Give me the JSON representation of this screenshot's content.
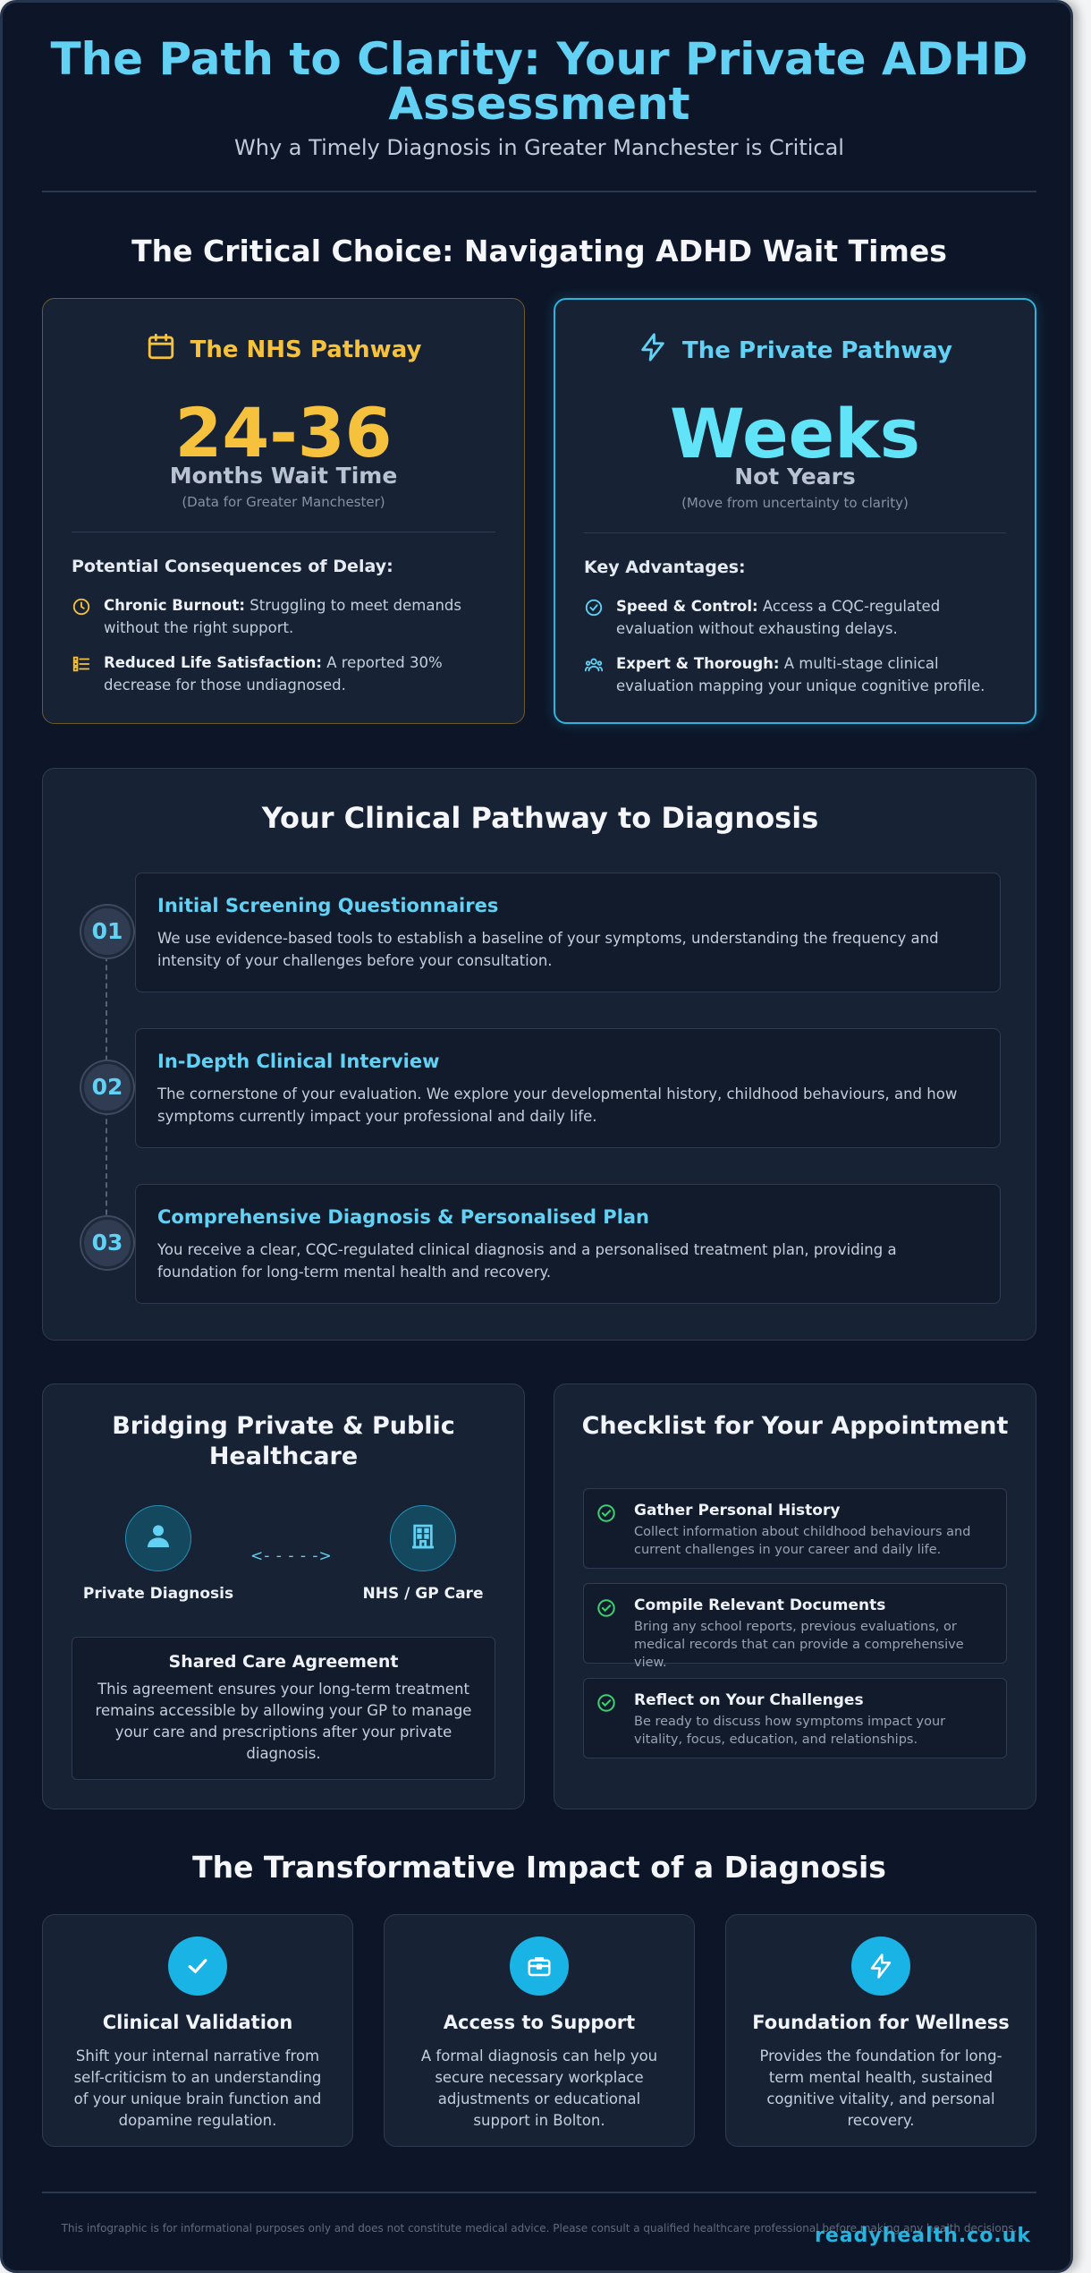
{
  "header": {
    "title": "The Path to Clarity: Your Private ADHD Assessment",
    "subtitle": "Why a Timely Diagnosis in Greater Manchester is Critical"
  },
  "wait_times": {
    "section_title": "The Critical Choice: Navigating ADHD Wait Times",
    "nhs": {
      "heading": "The NHS Pathway",
      "stat": "24-36",
      "stat_label": "Months Wait Time",
      "stat_note": "(Data for Greater Manchester)",
      "list_heading": "Potential Consequences of Delay:",
      "items": [
        {
          "bold": "Chronic Burnout:",
          "text": " Struggling to meet demands without the right support.",
          "icon": "clock-icon"
        },
        {
          "bold": "Reduced Life Satisfaction:",
          "text": " A reported 30% decrease for those undiagnosed.",
          "icon": "list-icon"
        }
      ],
      "accent": "#f6c23e"
    },
    "private": {
      "heading": "The Private Pathway",
      "stat": "Weeks",
      "stat_label": "Not Years",
      "stat_note": "(Move from uncertainty to clarity)",
      "list_heading": "Key Advantages:",
      "items": [
        {
          "bold": "Speed & Control:",
          "text": " Access a CQC-regulated evaluation without exhausting delays.",
          "icon": "badge-check-icon"
        },
        {
          "bold": "Expert & Thorough:",
          "text": " A multi-stage clinical evaluation mapping your unique cognitive profile.",
          "icon": "people-icon"
        }
      ],
      "accent": "#62d1f4"
    }
  },
  "pathway": {
    "section_title": "Your Clinical Pathway to Diagnosis",
    "steps": [
      {
        "num": "01",
        "title": "Initial Screening Questionnaires",
        "desc": "We use evidence-based tools to establish a baseline of your symptoms, understanding the frequency and intensity of your challenges before your consultation."
      },
      {
        "num": "02",
        "title": "In-Depth Clinical Interview",
        "desc": "The cornerstone of your evaluation. We explore your developmental history, childhood behaviours, and how symptoms currently impact your professional and daily life."
      },
      {
        "num": "03",
        "title": "Comprehensive Diagnosis & Personalised Plan",
        "desc": "You receive a clear, CQC-regulated clinical diagnosis and a personalised treatment plan, providing a foundation for long-term mental health and recovery."
      }
    ]
  },
  "bridging": {
    "title": "Bridging Private & Public Healthcare",
    "left_label": "Private Diagnosis",
    "right_label": "NHS / GP Care",
    "arrows": "<- - - - ->",
    "shared_title": "Shared Care Agreement",
    "shared_text": "This agreement ensures your long-term treatment remains accessible by allowing your GP to manage your care and prescriptions after your private diagnosis."
  },
  "checklist": {
    "title": "Checklist for Your Appointment",
    "items": [
      {
        "title": "Gather Personal History",
        "desc": "Collect information about childhood behaviours and current challenges in your career and daily life."
      },
      {
        "title": "Compile Relevant Documents",
        "desc": "Bring any school reports, previous evaluations, or medical records that can provide a comprehensive view."
      },
      {
        "title": "Reflect on Your Challenges",
        "desc": "Be ready to discuss how symptoms impact your vitality, focus, education, and relationships."
      }
    ]
  },
  "impact": {
    "section_title": "The Transformative Impact of a Diagnosis",
    "cards": [
      {
        "title": "Clinical Validation",
        "desc": "Shift your internal narrative from self-criticism to an understanding of your unique brain function and dopamine regulation.",
        "icon": "check-icon"
      },
      {
        "title": "Access to Support",
        "desc": "A formal diagnosis can help you secure necessary workplace adjustments or educational support in Bolton.",
        "icon": "briefcase-icon"
      },
      {
        "title": "Foundation for Wellness",
        "desc": "Provides the foundation for long-term mental health, sustained cognitive vitality, and personal recovery.",
        "icon": "lightning-icon"
      }
    ]
  },
  "footer": {
    "disclaimer": "This infographic is for informational purposes only and does not constitute medical advice. Please consult a qualified healthcare professional before making any health decisions.",
    "brand": "readyhealth.co.uk"
  }
}
